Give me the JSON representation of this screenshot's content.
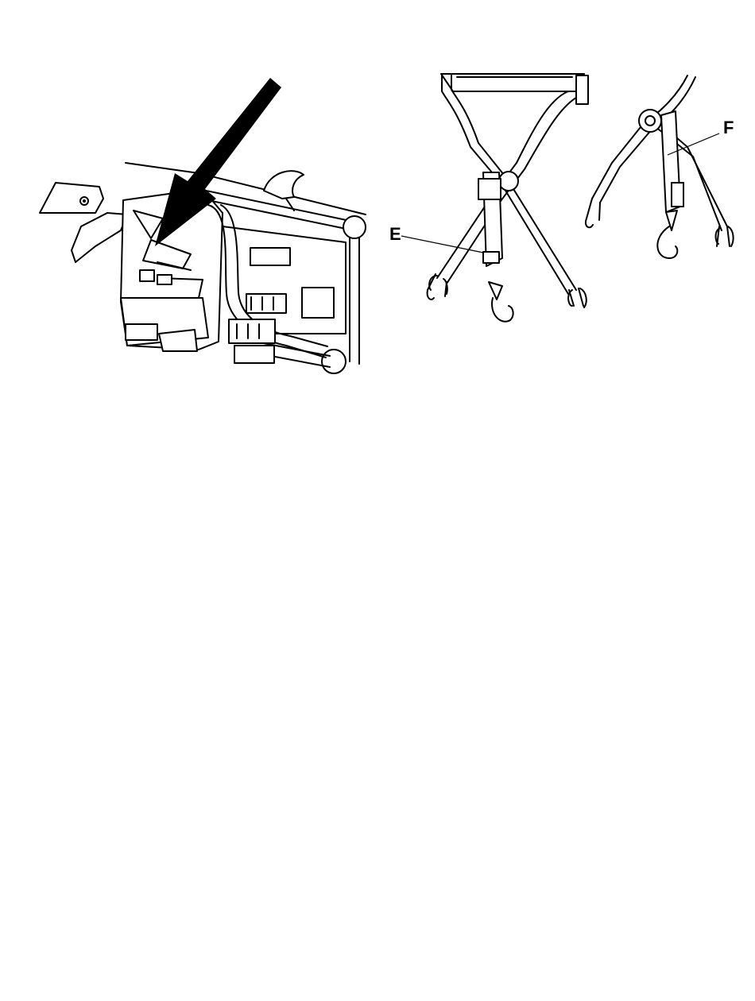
{
  "figures": {
    "left": {
      "callouts": []
    },
    "right": {
      "callouts": [
        {
          "id": "E",
          "text": "E"
        },
        {
          "id": "F",
          "text": "F"
        }
      ]
    }
  },
  "icons": {
    "pointer": "arrow-icon",
    "left_illustration": "machine-assembly-illustration",
    "right_illustration": "frame-strap-hook-illustration"
  },
  "colors": {
    "line": "#000000",
    "background": "#ffffff"
  }
}
